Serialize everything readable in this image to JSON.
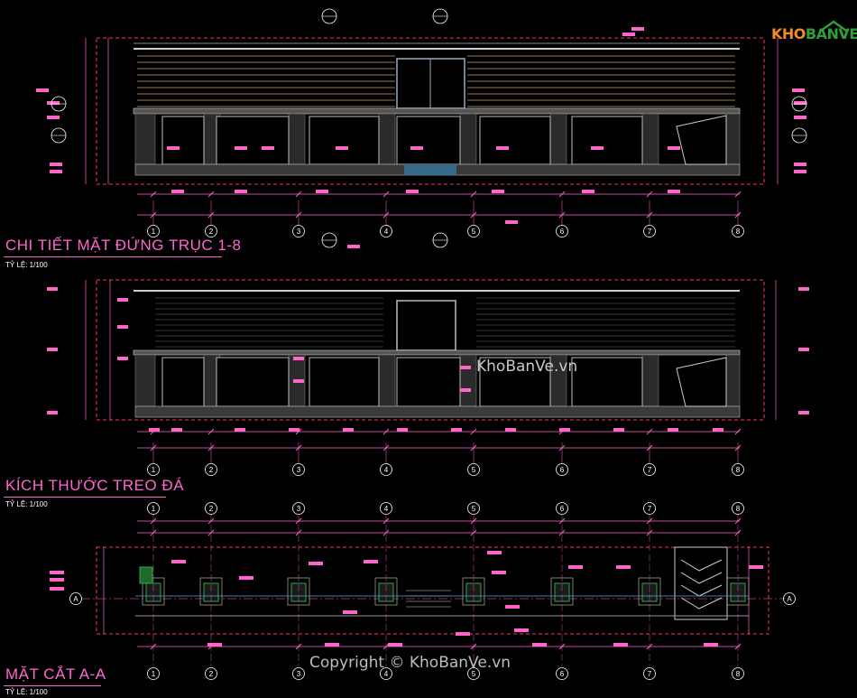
{
  "sections": [
    {
      "title": "CHI TIẾT MẶT ĐỨNG TRỤC 1-8",
      "scale": "TỶ LỆ: 1/100"
    },
    {
      "title": "KÍCH THƯỚC TREO ĐÁ",
      "scale": "TỶ LỆ: 1/100"
    },
    {
      "title": "MẶT CẮT A-A",
      "scale": "TỶ LỆ: 1/100"
    }
  ],
  "grid_axes": [
    "1",
    "2",
    "3",
    "4",
    "5",
    "6",
    "7",
    "8"
  ],
  "section_marks": {
    "left": "A",
    "right": "A"
  },
  "watermark_center": "KhoBanVe.vn",
  "watermark_bottom": "Copyright © KhoBanVe.vn",
  "logo": {
    "part1": "KHO",
    "part2": "BANVE"
  },
  "colors": {
    "background": "#000000",
    "dim": "#ff66cc",
    "structure": "#d0d0d0",
    "cut": "#ff3366"
  }
}
